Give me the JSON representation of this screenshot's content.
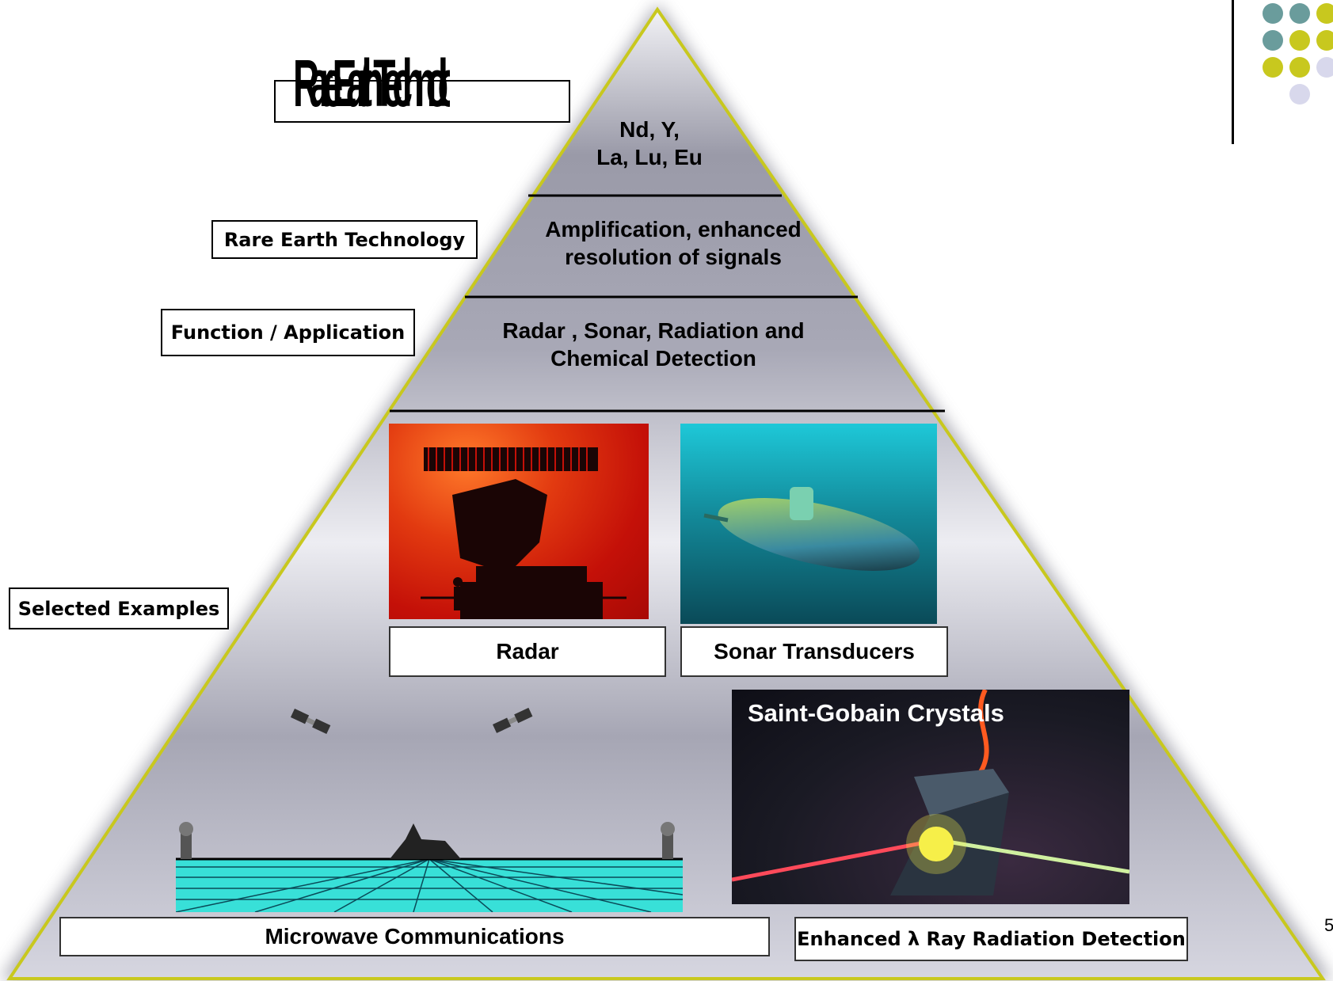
{
  "slide": {
    "overlap_title": "Rare Earth Technology",
    "page_number": "5"
  },
  "pyramid": {
    "tiers": [
      {
        "text_lines": [
          "Nd, Y,",
          "La, Lu, Eu"
        ]
      },
      {
        "text_lines": [
          "Amplification, enhanced",
          "resolution  of signals"
        ]
      },
      {
        "text_lines": [
          "Radar , Sonar, Radiation  and",
          "Chemical  Detection"
        ]
      }
    ]
  },
  "side_labels": {
    "rare_earth": "Rare Earth Technology",
    "function": "Function / Application",
    "examples": "Selected Examples"
  },
  "examples": {
    "radar_caption": "Radar",
    "sonar_caption": "Sonar Transducers",
    "crystals_overlay": "Saint-Gobain Crystals",
    "microwave_caption": "Microwave Communications",
    "radiation_caption": "Enhanced λ Ray  Radiation Detection"
  },
  "colors": {
    "teal_dot": "#6a9c9c",
    "olive_dot": "#c8c81e",
    "lavender_dot": "#d8d8ec",
    "pyramid_outline": "#c8c81e"
  }
}
